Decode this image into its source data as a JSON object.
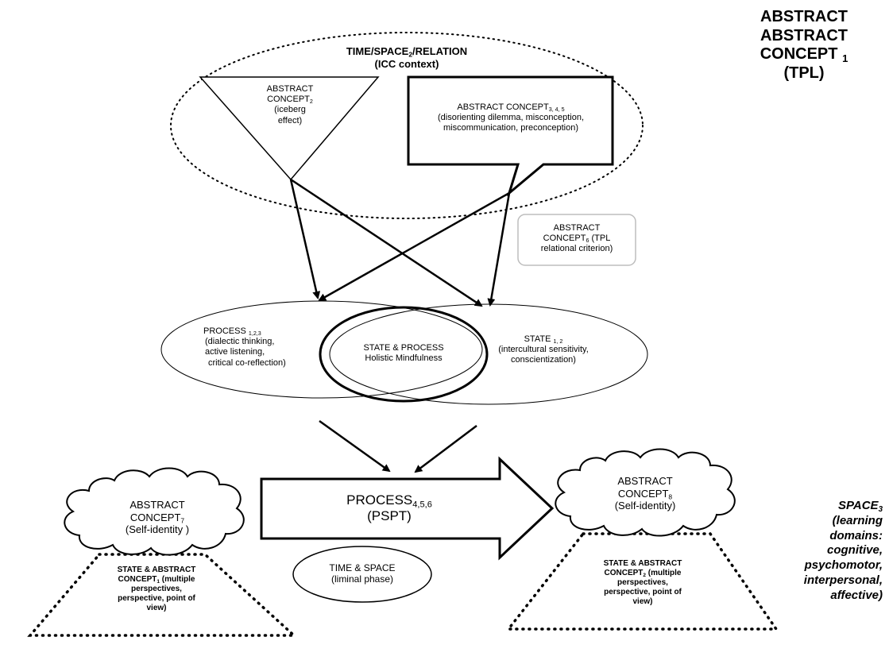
{
  "title": {
    "main": "ABSTRACT CONCEPT",
    "sub": "1",
    "line2": "(TPL)"
  },
  "context": {
    "prefix": "TIME/SPACE",
    "sub": "2",
    "suffix": "/RELATION",
    "line2": "(ICC context)"
  },
  "ac2": {
    "main": "ABSTRACT CONCEPT",
    "sub": "2",
    "line2": "(iceberg",
    "line3": "effect)"
  },
  "ac345": {
    "main": "ABSTRACT CONCEPT",
    "sub": "3, 4, 5",
    "line2": "(disorienting dilemma, misconception,",
    "line3": "miscommunication, preconception)"
  },
  "ac6": {
    "line1": "ABSTRACT",
    "main": "CONCEPT",
    "sub": "6",
    "after": " (TPL",
    "line3": "relational criterion)"
  },
  "process123": {
    "main": "PROCESS ",
    "sub": "1,2,3",
    "line2": "(dialectic thinking,",
    "line3": "active listening,",
    "line4": "critical co-reflection)"
  },
  "state_process": {
    "line1": "STATE & PROCESS",
    "line2": "Holistic Mindfulness"
  },
  "state12": {
    "main": "STATE ",
    "sub": "1, 2",
    "line2": "(intercultural sensitivity,",
    "line3": "conscientization)"
  },
  "process456": {
    "main": "PROCESS",
    "sub": "4,5,6",
    "line2": "(PSPT)"
  },
  "time_space": {
    "line1": "TIME & SPACE",
    "line2": "(liminal phase)"
  },
  "ac7": {
    "line1": "ABSTRACT",
    "main": "CONCEPT",
    "sub": "7",
    "line3": "(Self-identity )"
  },
  "ac8": {
    "line1": "ABSTRACT",
    "main": "CONCEPT",
    "sub": "8",
    "line3": "(Self-identity)"
  },
  "left_tri": {
    "line1": "STATE & ABSTRACT",
    "main": "CONCEPT",
    "sub": "1",
    "after": " (multiple",
    "line3": "perspectives,",
    "line4": "perspective, point of",
    "line5": "view)"
  },
  "right_tri": {
    "line1": "STATE & ABSTRACT",
    "main": "CONCEPT",
    "sub": "2",
    "after": " (multiple",
    "line3": "perspectives,",
    "line4": "perspective, point of",
    "line5": "view)"
  },
  "space3": {
    "main": "SPACE",
    "sub": "3",
    "line2": "(learning",
    "line3": "domains:",
    "line4": "cognitive,",
    "line5": "psychomotor,",
    "line6": "interpersonal,",
    "line7": "affective)"
  }
}
